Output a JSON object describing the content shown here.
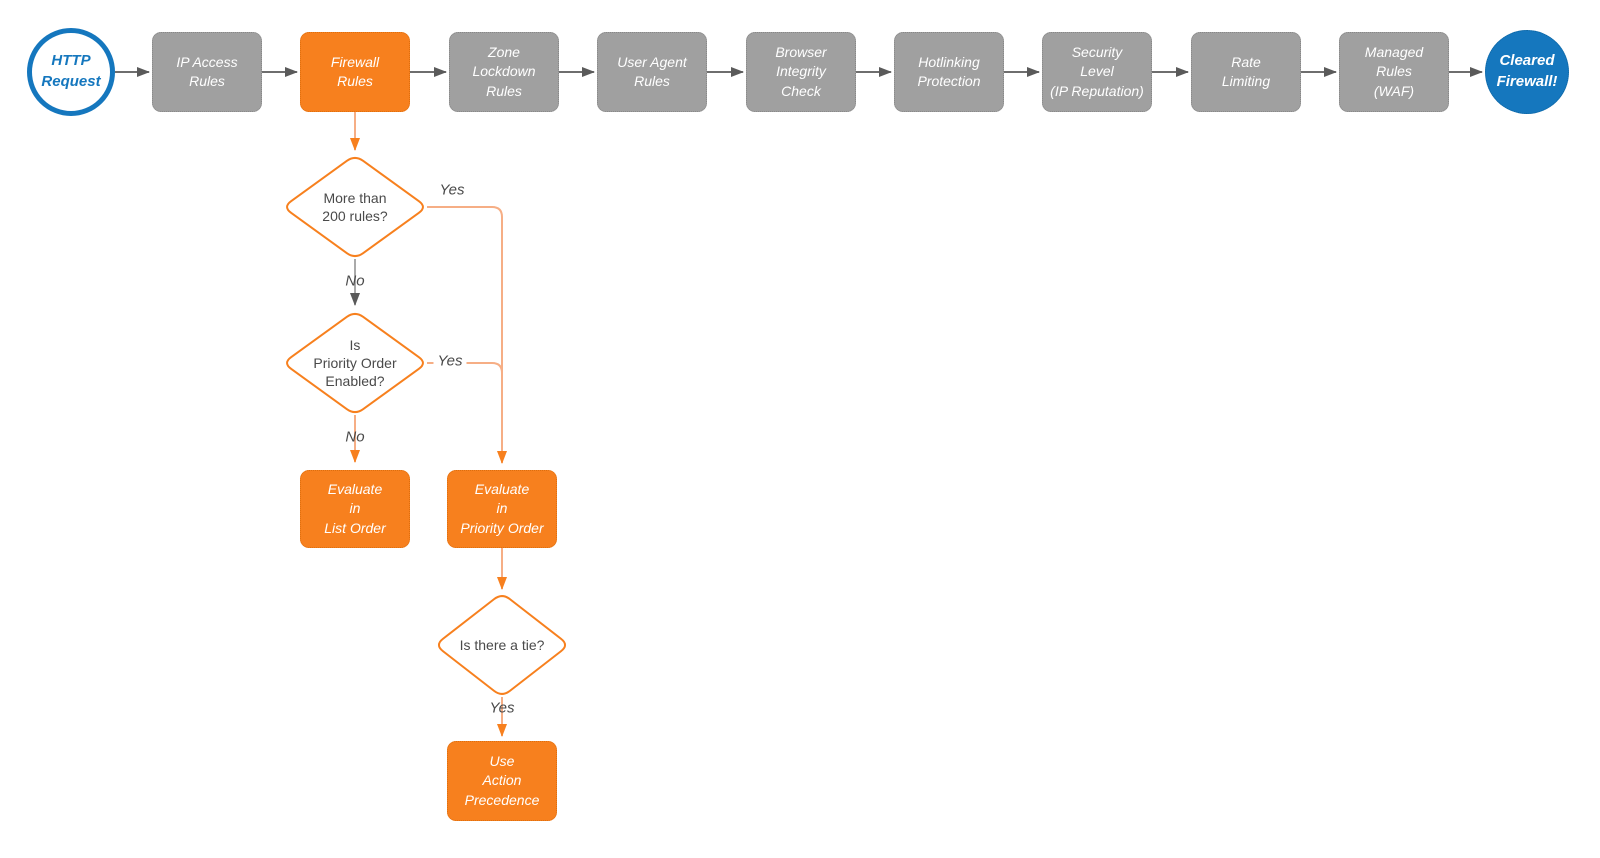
{
  "nodes": {
    "http_request": {
      "label": "HTTP\nRequest"
    },
    "ip_access_rules": {
      "label": "IP Access\nRules"
    },
    "firewall_rules": {
      "label": "Firewall\nRules"
    },
    "zone_lockdown_rules": {
      "label": "Zone\nLockdown\nRules"
    },
    "user_agent_rules": {
      "label": "User Agent\nRules"
    },
    "browser_integrity_check": {
      "label": "Browser\nIntegrity\nCheck"
    },
    "hotlinking_protection": {
      "label": "Hotlinking\nProtection"
    },
    "security_level": {
      "label": "Security\nLevel\n(IP Reputation)"
    },
    "rate_limiting": {
      "label": "Rate\nLimiting"
    },
    "managed_rules_waf": {
      "label": "Managed\nRules\n(WAF)"
    },
    "cleared_firewall": {
      "label": "Cleared\nFirewall!"
    },
    "more_than_200_rules": {
      "label": "More than\n200 rules?"
    },
    "priority_order_enabled": {
      "label": "Is\nPriority Order\nEnabled?"
    },
    "evaluate_list_order": {
      "label": "Evaluate\nin\nList Order"
    },
    "evaluate_priority_order": {
      "label": "Evaluate\nin\nPriority Order"
    },
    "is_there_a_tie": {
      "label": "Is there a tie?"
    },
    "use_action_precedence": {
      "label": "Use\nAction\nPrecedence"
    }
  },
  "edge_labels": {
    "d1_yes": "Yes",
    "d1_no": "No",
    "d2_yes": "Yes",
    "d2_no": "No",
    "tie_yes": "Yes"
  },
  "colors": {
    "orange": "#F7801E",
    "salmon": "#F6AE85",
    "gray_fill": "#A0A0A0",
    "arrow_gray": "#5A5A5A",
    "branch_gray": "#9B9B9B",
    "blue": "#1577BE",
    "text_dark": "#4A4A4A"
  }
}
